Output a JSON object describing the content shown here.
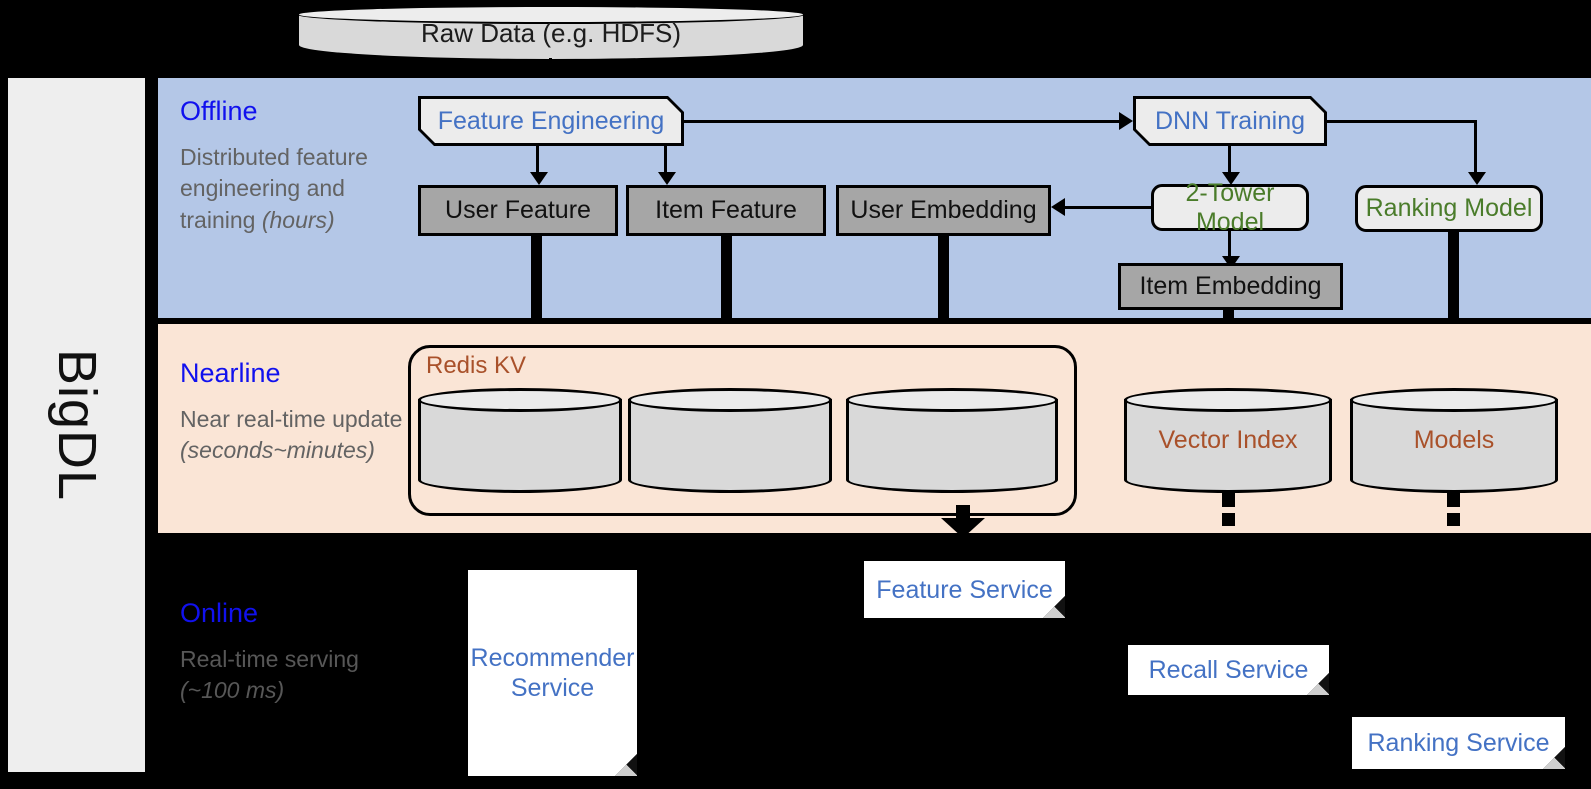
{
  "framework": {
    "name": "BigDL"
  },
  "source": {
    "label": "Raw Data (e.g. HDFS)"
  },
  "bands": {
    "offline": {
      "title": "Offline",
      "subtitle_main": "Distributed feature engineering and training ",
      "subtitle_italic": "(hours)",
      "bg": "#b4c7e7"
    },
    "nearline": {
      "title": "Nearline",
      "subtitle_main": "Near real-time update ",
      "subtitle_italic": "(seconds~minutes)",
      "bg": "#fae5d6"
    },
    "online": {
      "title": "Online",
      "subtitle_main": "Real-time serving ",
      "subtitle_italic": "(~100 ms)",
      "bg": "#000000"
    }
  },
  "offline": {
    "feature_engineering": "Feature Engineering",
    "dnn_training": "DNN Training",
    "two_tower_model": "2-Tower Model",
    "ranking_model": "Ranking Model",
    "user_feature": "User Feature",
    "item_feature": "Item Feature",
    "user_embedding": "User Embedding",
    "item_embedding": "Item Embedding"
  },
  "nearline": {
    "redis_kv": "Redis KV",
    "kv_stores": [
      "",
      "",
      ""
    ],
    "vector_index": "Vector Index",
    "models": "Models"
  },
  "online": {
    "recommender_service": "Recommender Service",
    "feature_service": "Feature Service",
    "recall_service": "Recall Service",
    "ranking_service": "Ranking Service"
  },
  "colors": {
    "accent_blue": "#1111ee",
    "text_blue": "#4472c4",
    "text_green": "#4a7c2a",
    "text_brown": "#a9512a",
    "grey_box": "#a6a6a6",
    "model_box": "#ececec"
  }
}
